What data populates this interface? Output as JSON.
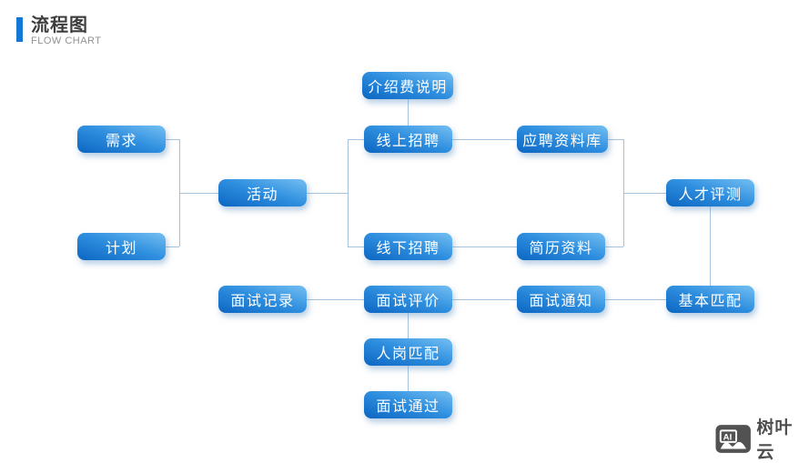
{
  "header": {
    "title": "流程图",
    "subtitle": "FLOW CHART"
  },
  "flowchart": {
    "nodes": [
      {
        "id": "intro-fee",
        "label": "介绍费说明"
      },
      {
        "id": "demand",
        "label": "需求"
      },
      {
        "id": "online-recruitment",
        "label": "线上招聘"
      },
      {
        "id": "applicant-database",
        "label": "应聘资料库"
      },
      {
        "id": "activity",
        "label": "活动"
      },
      {
        "id": "talent-assessment",
        "label": "人才评测"
      },
      {
        "id": "plan",
        "label": "计划"
      },
      {
        "id": "offline-recruitment",
        "label": "线下招聘"
      },
      {
        "id": "resume-data",
        "label": "简历资料"
      },
      {
        "id": "interview-record",
        "label": "面试记录"
      },
      {
        "id": "interview-evaluation",
        "label": "面试评价"
      },
      {
        "id": "interview-notice",
        "label": "面试通知"
      },
      {
        "id": "basic-match",
        "label": "基本匹配"
      },
      {
        "id": "job-match",
        "label": "人岗匹配"
      },
      {
        "id": "interview-passed",
        "label": "面试通过"
      }
    ],
    "edges": [
      [
        "demand",
        "activity"
      ],
      [
        "plan",
        "activity"
      ],
      [
        "activity",
        "online-recruitment"
      ],
      [
        "activity",
        "offline-recruitment"
      ],
      [
        "intro-fee",
        "online-recruitment"
      ],
      [
        "online-recruitment",
        "applicant-database"
      ],
      [
        "offline-recruitment",
        "resume-data"
      ],
      [
        "applicant-database",
        "talent-assessment"
      ],
      [
        "resume-data",
        "talent-assessment"
      ],
      [
        "talent-assessment",
        "basic-match"
      ],
      [
        "basic-match",
        "interview-notice"
      ],
      [
        "interview-notice",
        "interview-evaluation"
      ],
      [
        "interview-evaluation",
        "interview-record"
      ],
      [
        "interview-evaluation",
        "job-match"
      ],
      [
        "job-match",
        "interview-passed"
      ]
    ]
  },
  "footer_logo": {
    "icon_label": "AI",
    "text": "树叶云"
  },
  "colors": {
    "accent_bar": "#1377d4",
    "node_gradient_light": "#74bff2",
    "node_gradient_mid": "#2f8fdf",
    "node_gradient_dark": "#0c66c2",
    "connector_line": "#a4c3de",
    "title_text": "#3d3d3d",
    "subtitle_text": "#919191",
    "logo_gray": "#4d4d4d"
  }
}
